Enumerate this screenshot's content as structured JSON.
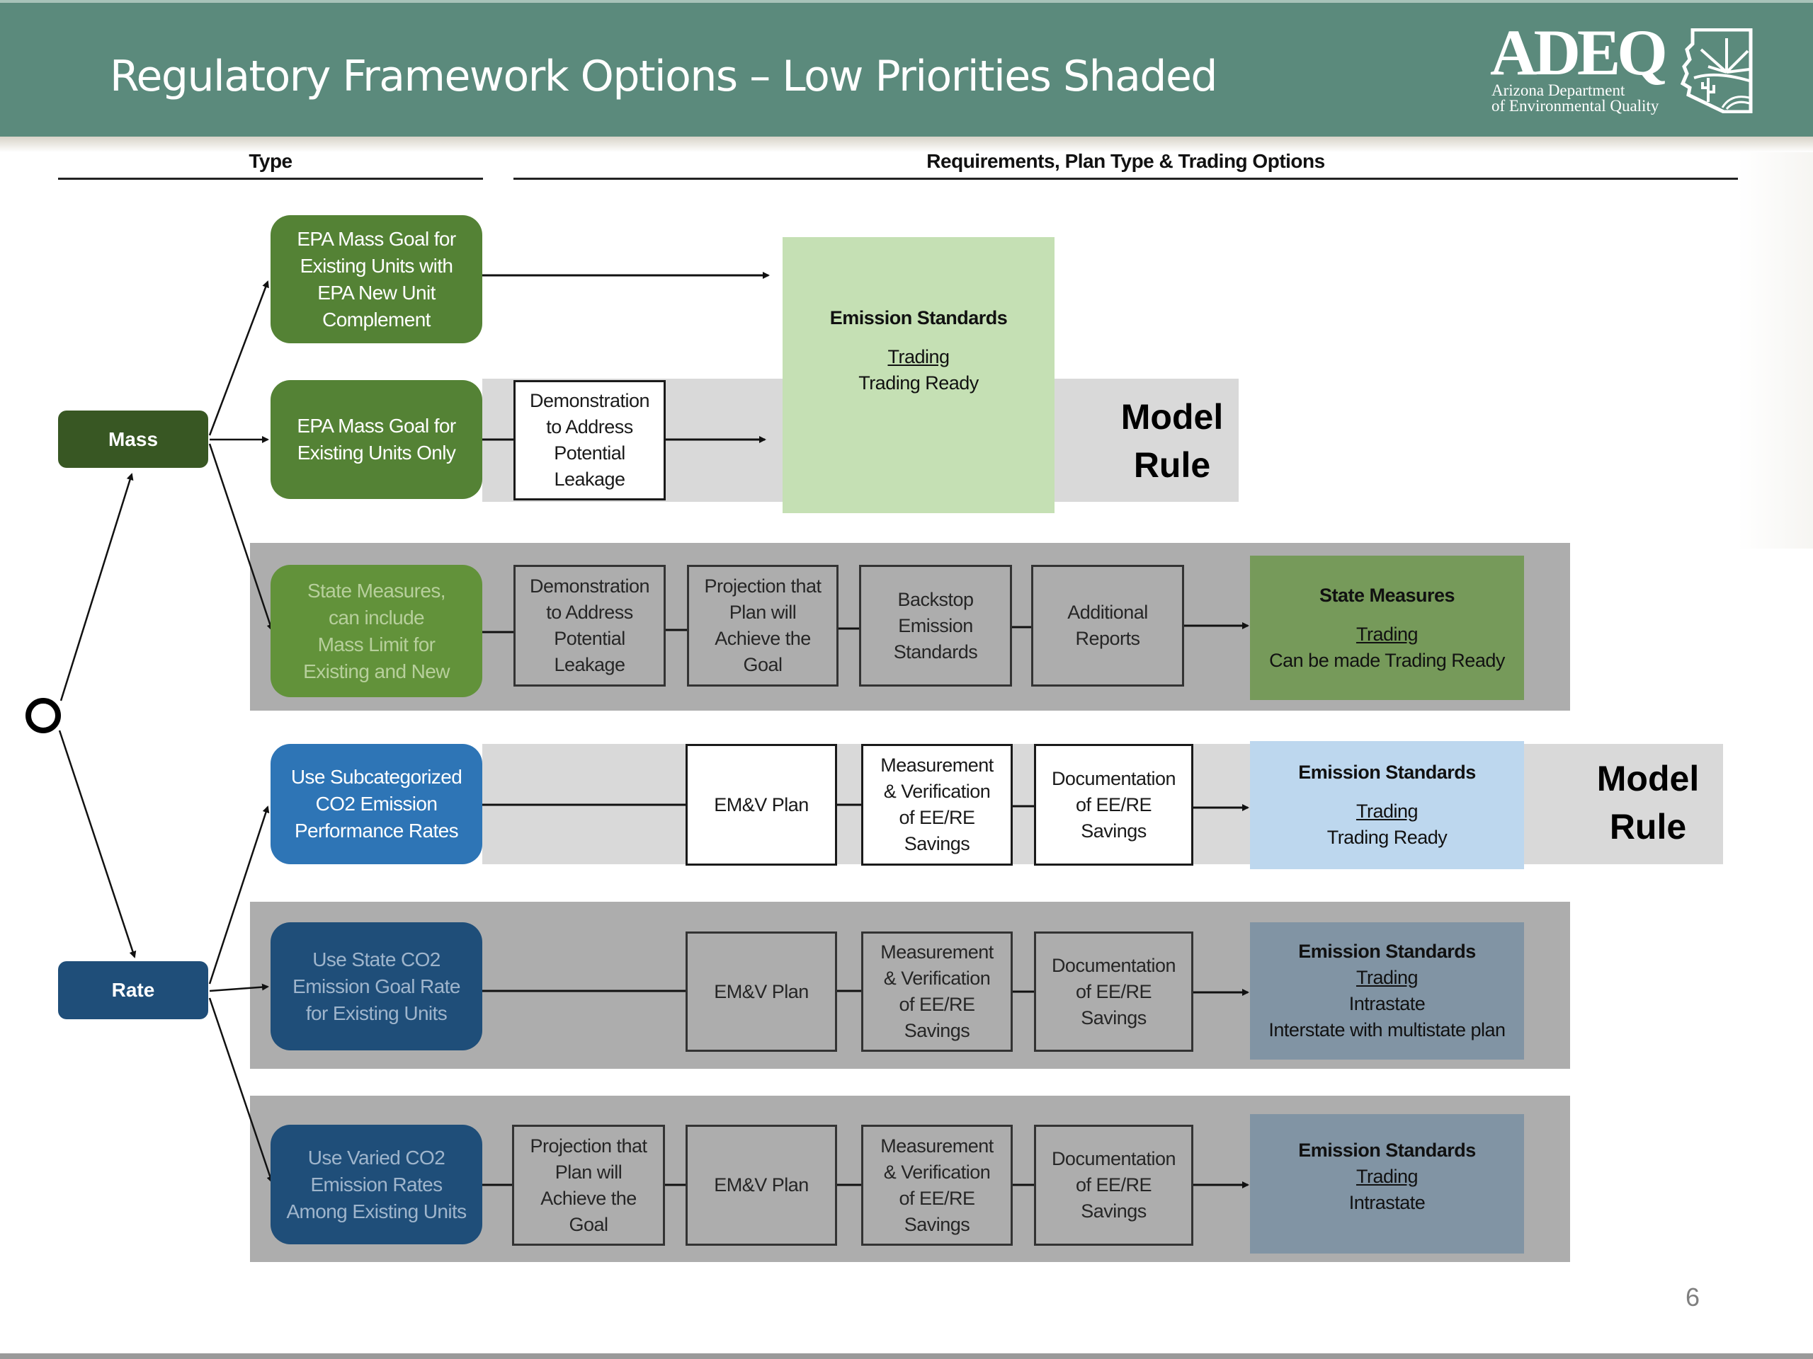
{
  "slide": {
    "title": "Regulatory Framework Options – Low Priorities Shaded",
    "page_number": "6",
    "logo": {
      "wordmark": "ADEQ",
      "line1": "Arizona Department",
      "line2": "of Environmental Quality",
      "icon": "arizona-state-outline-icon"
    }
  },
  "columns": {
    "type_header": "Type",
    "requirements_header": "Requirements, Plan Type & Trading Options"
  },
  "type_nodes": {
    "mass": "Mass",
    "rate": "Rate"
  },
  "rows": [
    {
      "option": "EPA Mass Goal for Existing Units with EPA New Unit Complement",
      "option_lines": [
        "EPA Mass Goal for",
        "Existing Units with",
        "EPA New Unit",
        "Complement"
      ],
      "priority": "high",
      "steps": []
    },
    {
      "option": "EPA Mass Goal for Existing Units Only",
      "option_lines": [
        "EPA Mass Goal for",
        "Existing Units Only"
      ],
      "priority": "high",
      "steps": [
        {
          "lines": [
            "Demonstration",
            "to Address",
            "Potential",
            "Leakage"
          ]
        }
      ]
    },
    {
      "option": "State Measures, can include Mass Limit for Existing and New",
      "option_lines": [
        "State Measures,",
        "can include",
        "Mass Limit for",
        "Existing and New"
      ],
      "priority": "low",
      "steps": [
        {
          "lines": [
            "Demonstration",
            "to Address",
            "Potential",
            "Leakage"
          ]
        },
        {
          "lines": [
            "Projection that",
            "Plan will",
            "Achieve the",
            "Goal"
          ]
        },
        {
          "lines": [
            "Backstop",
            "Emission",
            "Standards"
          ]
        },
        {
          "lines": [
            "Additional",
            "Reports"
          ]
        }
      ],
      "outcome": {
        "title": "State Measures",
        "trading": "Trading",
        "details": [
          "Can be made Trading Ready"
        ]
      }
    },
    {
      "option": "Use Subcategorized CO2 Emission Performance Rates",
      "option_lines": [
        "Use Subcategorized",
        "CO2 Emission",
        "Performance Rates"
      ],
      "priority": "high",
      "steps": [
        {
          "lines": [
            "EM&V Plan"
          ]
        },
        {
          "lines": [
            "Measurement",
            "& Verification",
            "of EE/RE",
            "Savings"
          ]
        },
        {
          "lines": [
            "Documentation",
            "of EE/RE",
            "Savings"
          ]
        }
      ],
      "outcome": {
        "title": "Emission Standards",
        "trading": "Trading",
        "details": [
          "Trading Ready"
        ]
      },
      "model_rule": [
        "Model",
        "Rule"
      ]
    },
    {
      "option": "Use State CO2 Emission Goal Rate for Existing Units",
      "option_lines": [
        "Use State CO2",
        "Emission Goal Rate",
        "for Existing Units"
      ],
      "priority": "low",
      "steps": [
        {
          "lines": [
            "EM&V Plan"
          ]
        },
        {
          "lines": [
            "Measurement",
            "& Verification",
            "of EE/RE",
            "Savings"
          ]
        },
        {
          "lines": [
            "Documentation",
            "of EE/RE",
            "Savings"
          ]
        }
      ],
      "outcome": {
        "title": "Emission Standards",
        "trading": "Trading",
        "details": [
          "Intrastate",
          "Interstate with multistate plan"
        ]
      }
    },
    {
      "option": "Use Varied CO2 Emission Rates Among Existing Units",
      "option_lines": [
        "Use Varied CO2",
        "Emission Rates",
        "Among Existing Units"
      ],
      "priority": "low",
      "steps": [
        {
          "lines": [
            "Projection that",
            "Plan will",
            "Achieve the",
            "Goal"
          ]
        },
        {
          "lines": [
            "EM&V Plan"
          ]
        },
        {
          "lines": [
            "Measurement",
            "& Verification",
            "of EE/RE",
            "Savings"
          ]
        },
        {
          "lines": [
            "Documentation",
            "of EE/RE",
            "Savings"
          ]
        }
      ],
      "outcome": {
        "title": "Emission Standards",
        "trading": "Trading",
        "details": [
          "Intrastate"
        ]
      }
    }
  ],
  "mass_shared_outcome": {
    "title": "Emission Standards",
    "trading": "Trading",
    "details": [
      "Trading Ready"
    ],
    "model_rule": [
      "Model",
      "Rule"
    ]
  },
  "colors": {
    "header_bg": "#5b8a7c",
    "mass_dark_green": "#385723",
    "option_green": "#548235",
    "option_blue": "#2e75b6",
    "rate_dark_blue": "#1f4e79",
    "low_priority_shade": "#adadad",
    "high_priority_band": "#d9d9d9",
    "outcome_light_green": "#c5e0b4",
    "outcome_light_blue": "#bdd7ee"
  }
}
